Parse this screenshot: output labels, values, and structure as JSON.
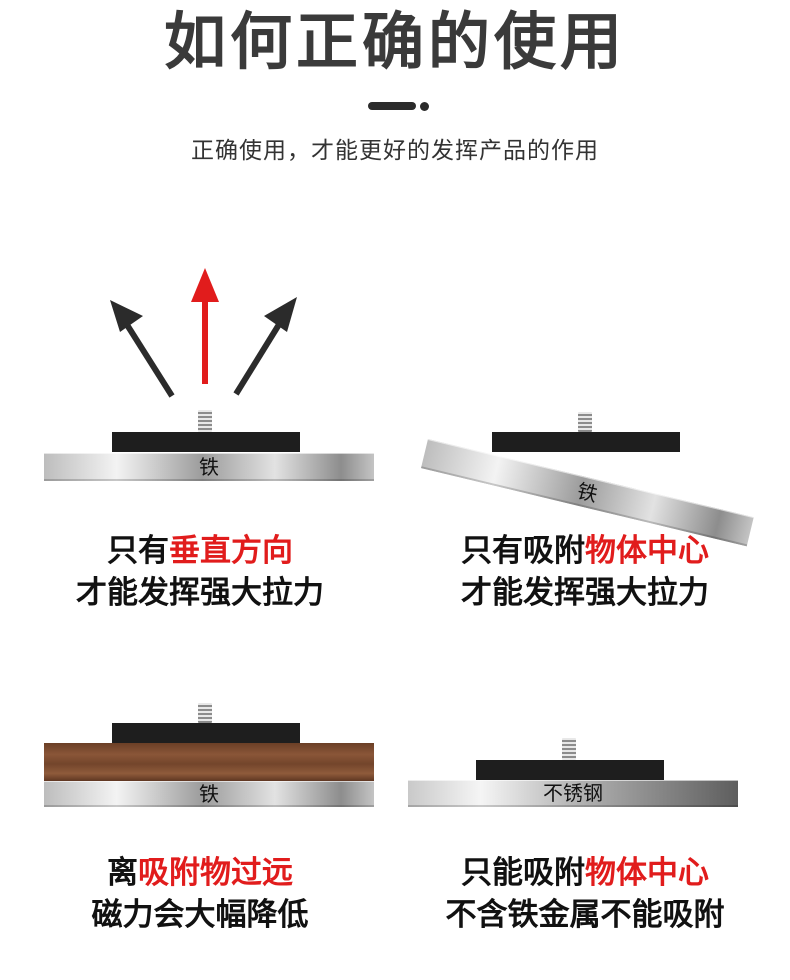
{
  "header": {
    "title": "如何正确的使用",
    "subtitle": "正确使用，才能更好的发挥产品的作用"
  },
  "panels": {
    "p1": {
      "plate_label": "铁",
      "caption_l1_a": "只有",
      "caption_l1_b": "垂直方向",
      "caption_l2": "才能发挥强大拉力"
    },
    "p2": {
      "plate_label": "铁",
      "caption_l1_a": "只有吸附",
      "caption_l1_b": "物体中心",
      "caption_l2": "才能发挥强大拉力"
    },
    "p3": {
      "plate_label": "铁",
      "caption_l1_a": "离",
      "caption_l1_b": "吸附物过远",
      "caption_l2": "磁力会大幅降低"
    },
    "p4": {
      "plate_label": "不锈钢",
      "caption_l1_a": "只能吸附",
      "caption_l1_b": "物体中心",
      "caption_l2": "不含铁金属不能吸附"
    }
  },
  "colors": {
    "accent_red": "#e11c1c",
    "title_gray": "#3a3a3a",
    "magnet_black": "#1e1e1e"
  },
  "icons": [
    "arrow-up-red-icon",
    "arrow-up-left-icon",
    "arrow-up-right-icon"
  ]
}
